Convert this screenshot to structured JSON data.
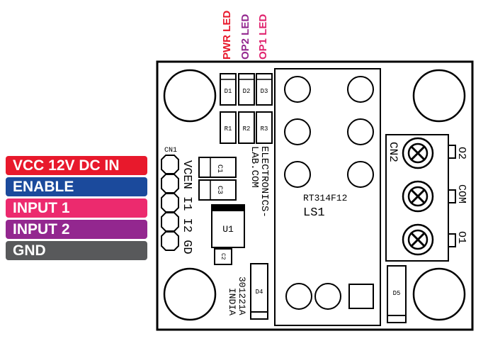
{
  "pin_labels": [
    {
      "text": "VCC 12V DC IN",
      "color": "#e8192c"
    },
    {
      "text": "ENABLE",
      "color": "#1b4a9c"
    },
    {
      "text": "INPUT 1",
      "color": "#ec2a6e"
    },
    {
      "text": "INPUT 2",
      "color": "#93278f"
    },
    {
      "text": "GND",
      "color": "#58595b"
    }
  ],
  "led_labels": [
    {
      "text": "PWR LED",
      "color": "#e8192c"
    },
    {
      "text": "OP2 LED",
      "color": "#93278f"
    },
    {
      "text": "OP1 LED",
      "color": "#e0236e"
    }
  ],
  "silk": {
    "d1": "D1",
    "d2": "D2",
    "d3": "D3",
    "r1": "R1",
    "r2": "R2",
    "r3": "R3",
    "c1": "C1",
    "c3": "C3",
    "c2": "C2",
    "u1": "U1",
    "d4": "D4",
    "d5": "D5",
    "cn1": "CN1",
    "cn2": "CN2",
    "pins_left": "VCEN I1 I2 GD",
    "electronics": "ELECTRONICS-",
    "lab": "LAB.COM",
    "relay_part": "RT314F12",
    "relay_ref": "LS1",
    "code": "301221A",
    "country": "INDIA",
    "o2": "O2",
    "com": "COM",
    "o1": "O1"
  }
}
